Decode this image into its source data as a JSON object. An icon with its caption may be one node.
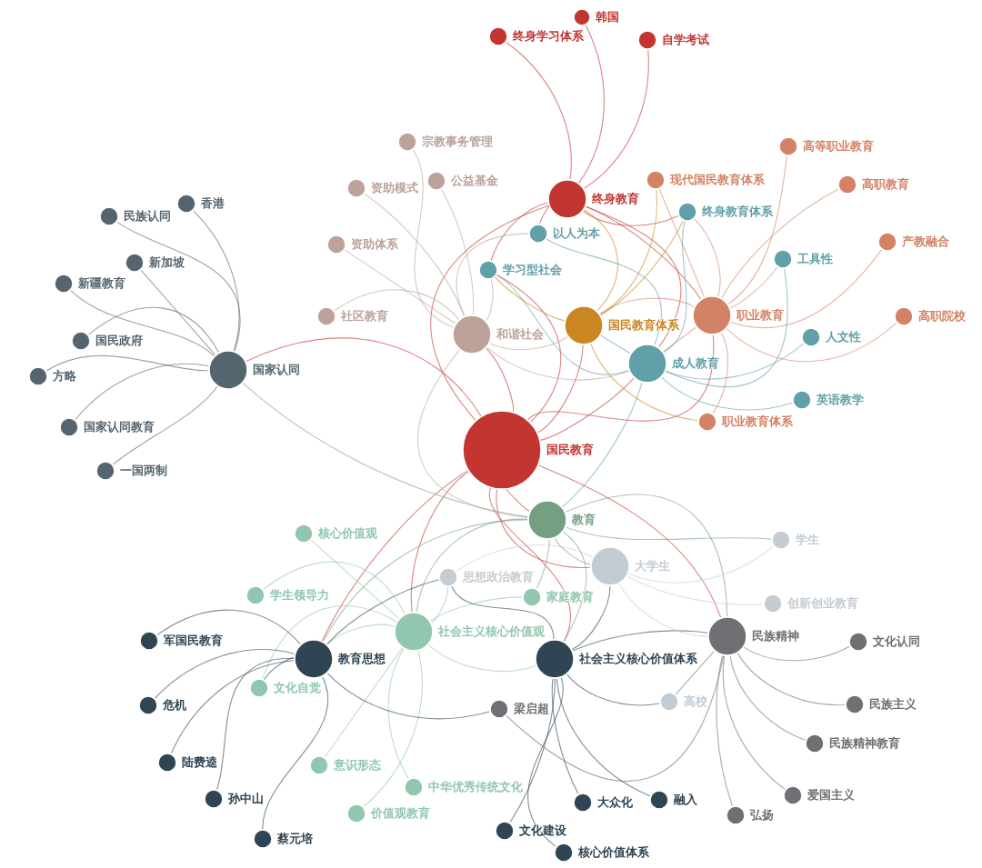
{
  "diagram": {
    "nodes": [
      {
        "text": [
          "韩国"
        ]
      },
      {
        "text": [
          "终身学习体系"
        ]
      },
      {
        "text": [
          "自学考试"
        ]
      },
      {
        "text": [
          "宗教事务管理"
        ]
      },
      {
        "text": [
          "高等职业教育"
        ]
      },
      {
        "text": [
          "现代国民教育体系"
        ]
      },
      {
        "text": [
          "公益基金"
        ]
      },
      {
        "text": [
          "高职教育"
        ]
      },
      {
        "text": [
          "资助模式"
        ]
      },
      {
        "text": [
          "终身教育"
        ]
      },
      {
        "text": [
          "香港"
        ]
      },
      {
        "text": [
          "终身教育体系"
        ]
      },
      {
        "text": [
          "民族认同"
        ]
      },
      {
        "text": [
          "以人为本"
        ]
      },
      {
        "text": [
          "产教融合"
        ]
      },
      {
        "text": [
          "资助体系"
        ]
      },
      {
        "text": [
          "工具性"
        ]
      },
      {
        "text": [
          "新加坡"
        ]
      },
      {
        "text": [
          "学习型社会"
        ]
      },
      {
        "text": [
          "新疆教育"
        ]
      },
      {
        "text": [
          "职业教育"
        ]
      },
      {
        "text": [
          "社区教育"
        ]
      },
      {
        "text": [
          "高职院校"
        ]
      },
      {
        "text": [
          "国民教育体系"
        ]
      },
      {
        "text": [
          "和谐社会"
        ]
      },
      {
        "text": [
          "成人教育"
        ]
      },
      {
        "text": [
          "人文性"
        ]
      },
      {
        "text": [
          "国民政府"
        ]
      },
      {
        "text": [
          "国家认同"
        ]
      },
      {
        "text": [
          "方略"
        ]
      },
      {
        "text": [
          "英语教学"
        ]
      },
      {
        "text": [
          "职业教育体系"
        ]
      },
      {
        "text": [
          "国家认同教育"
        ]
      },
      {
        "text": [
          "国民教育"
        ]
      },
      {
        "text": [
          "一国两制"
        ]
      },
      {
        "text": [
          "教育"
        ]
      },
      {
        "text": [
          "核心价值观"
        ]
      },
      {
        "text": [
          "学生"
        ]
      },
      {
        "text": [
          "大学生"
        ]
      },
      {
        "text": [
          "思想政治教育"
        ]
      },
      {
        "text": [
          "学生领导力"
        ]
      },
      {
        "text": [
          "家庭教育"
        ]
      },
      {
        "text": [
          "创新创业教育"
        ]
      },
      {
        "text": [
          "社会主义核心价值观"
        ]
      },
      {
        "text": [
          "军国民教育"
        ]
      },
      {
        "text": [
          "民族精神"
        ]
      },
      {
        "text": [
          "文化认同"
        ]
      },
      {
        "text": [
          "社会主义核心价值体系"
        ]
      },
      {
        "text": [
          "教育思想"
        ]
      },
      {
        "text": [
          "文化自觉"
        ]
      },
      {
        "text": [
          "高校"
        ]
      },
      {
        "text": [
          "危机"
        ]
      },
      {
        "text": [
          "民族主义"
        ]
      },
      {
        "text": [
          "梁启超"
        ]
      },
      {
        "text": [
          "民族精神教育"
        ]
      },
      {
        "text": [
          "陆费逵"
        ]
      },
      {
        "text": [
          "意识形态"
        ]
      },
      {
        "text": [
          "爱国主义"
        ]
      },
      {
        "text": [
          "孙中山"
        ]
      },
      {
        "text": [
          "大众化"
        ]
      },
      {
        "text": [
          "融入"
        ]
      },
      {
        "text": [
          "价值观教育"
        ]
      },
      {
        "text": [
          "中华优秀传统文化"
        ]
      },
      {
        "text": [
          "弘扬"
        ]
      },
      {
        "text": [
          "文化建设"
        ]
      },
      {
        "text": [
          "蔡元培"
        ]
      },
      {
        "text": [
          "核心价值体系"
        ]
      }
    ],
    "edges": [
      {
        "from": 9,
        "to": 1,
        "arrow": "none",
        "color": "#c23531"
      },
      {
        "from": 9,
        "to": 0,
        "arrow": "none",
        "color": "#c23531"
      },
      {
        "from": 9,
        "to": 2,
        "arrow": "none",
        "color": "#c23531"
      },
      {
        "from": 9,
        "to": 13,
        "arrow": "none",
        "color": "#c23531"
      },
      {
        "from": 9,
        "to": 11,
        "arrow": "none",
        "color": "#c23531"
      },
      {
        "from": 9,
        "to": 25,
        "arrow": "none",
        "color": "#c23531"
      },
      {
        "from": 9,
        "to": 33,
        "arrow": "none",
        "color": "#c23531"
      },
      {
        "from": 9,
        "to": 18,
        "arrow": "none",
        "color": "#c23531"
      },
      {
        "from": 9,
        "to": 20,
        "arrow": "none",
        "color": "#c23531"
      },
      {
        "from": 33,
        "to": 28,
        "arrow": "none",
        "color": "#c23531"
      },
      {
        "from": 33,
        "to": 35,
        "arrow": "none",
        "color": "#c23531"
      },
      {
        "from": 33,
        "to": 24,
        "arrow": "none",
        "color": "#c23531"
      },
      {
        "from": 33,
        "to": 23,
        "arrow": "none",
        "color": "#c23531"
      },
      {
        "from": 33,
        "to": 25,
        "arrow": "none",
        "color": "#c23531"
      },
      {
        "from": 33,
        "to": 20,
        "arrow": "none",
        "color": "#c23531"
      },
      {
        "from": 33,
        "to": 48,
        "arrow": "none",
        "color": "#c23531"
      },
      {
        "from": 33,
        "to": 43,
        "arrow": "none",
        "color": "#c23531"
      },
      {
        "from": 33,
        "to": 45,
        "arrow": "none",
        "color": "#c23531"
      },
      {
        "from": 33,
        "to": 38,
        "arrow": "none",
        "color": "#c23531"
      },
      {
        "from": 33,
        "to": 47,
        "arrow": "none",
        "color": "#c23531"
      },
      {
        "from": 33,
        "to": 18,
        "arrow": "none",
        "color": "#c23531"
      },
      {
        "from": 24,
        "to": 3,
        "arrow": "none",
        "color": "#bda29a"
      },
      {
        "from": 24,
        "to": 6,
        "arrow": "none",
        "color": "#bda29a"
      },
      {
        "from": 24,
        "to": 8,
        "arrow": "none",
        "color": "#bda29a"
      },
      {
        "from": 24,
        "to": 15,
        "arrow": "none",
        "color": "#bda29a"
      },
      {
        "from": 24,
        "to": 21,
        "arrow": "none",
        "color": "#bda29a"
      },
      {
        "from": 24,
        "to": 13,
        "arrow": "none",
        "color": "#bda29a"
      },
      {
        "from": 24,
        "to": 18,
        "arrow": "none",
        "color": "#bda29a"
      },
      {
        "from": 24,
        "to": 23,
        "arrow": "none",
        "color": "#bda29a"
      },
      {
        "from": 24,
        "to": 25,
        "arrow": "none",
        "color": "#bda29a"
      },
      {
        "from": 24,
        "to": 35,
        "arrow": "none",
        "color": "#bda29a"
      },
      {
        "from": 20,
        "to": 5,
        "arrow": "none",
        "color": "#d48265"
      },
      {
        "from": 20,
        "to": 4,
        "arrow": "none",
        "color": "#d48265"
      },
      {
        "from": 20,
        "to": 7,
        "arrow": "none",
        "color": "#d48265"
      },
      {
        "from": 20,
        "to": 14,
        "arrow": "none",
        "color": "#d48265"
      },
      {
        "from": 20,
        "to": 22,
        "arrow": "none",
        "color": "#d48265"
      },
      {
        "from": 20,
        "to": 31,
        "arrow": "none",
        "color": "#d48265"
      },
      {
        "from": 20,
        "to": 25,
        "arrow": "none",
        "color": "#d48265"
      },
      {
        "from": 20,
        "to": 23,
        "arrow": "none",
        "color": "#d48265"
      },
      {
        "from": 20,
        "to": 16,
        "arrow": "none",
        "color": "#d48265"
      },
      {
        "from": 20,
        "to": 11,
        "arrow": "none",
        "color": "#d48265"
      },
      {
        "from": 25,
        "to": 11,
        "arrow": "none",
        "color": "#61a0a8"
      },
      {
        "from": 25,
        "to": 13,
        "arrow": "none",
        "color": "#61a0a8"
      },
      {
        "from": 25,
        "to": 18,
        "arrow": "none",
        "color": "#61a0a8"
      },
      {
        "from": 25,
        "to": 16,
        "arrow": "none",
        "color": "#61a0a8"
      },
      {
        "from": 25,
        "to": 30,
        "arrow": "none",
        "color": "#61a0a8"
      },
      {
        "from": 25,
        "to": 26,
        "arrow": "none",
        "color": "#61a0a8"
      },
      {
        "from": 25,
        "to": 35,
        "arrow": "none",
        "color": "#61a0a8"
      },
      {
        "from": 25,
        "to": 23,
        "arrow": "none",
        "color": "#61a0a8"
      },
      {
        "from": 23,
        "to": 5,
        "arrow": "none",
        "color": "#ca8622"
      },
      {
        "from": 23,
        "to": 9,
        "arrow": "none",
        "color": "#ca8622"
      },
      {
        "from": 23,
        "to": 18,
        "arrow": "none",
        "color": "#ca8622"
      },
      {
        "from": 23,
        "to": 31,
        "arrow": "none",
        "color": "#ca8622"
      },
      {
        "from": 23,
        "to": 11,
        "arrow": "none",
        "color": "#ca8622"
      },
      {
        "from": 28,
        "to": 12,
        "arrow": "none",
        "color": "#546570"
      },
      {
        "from": 28,
        "to": 10,
        "arrow": "none",
        "color": "#546570"
      },
      {
        "from": 28,
        "to": 17,
        "arrow": "none",
        "color": "#546570"
      },
      {
        "from": 28,
        "to": 19,
        "arrow": "none",
        "color": "#546570"
      },
      {
        "from": 28,
        "to": 27,
        "arrow": "none",
        "color": "#546570"
      },
      {
        "from": 28,
        "to": 29,
        "arrow": "none",
        "color": "#546570"
      },
      {
        "from": 28,
        "to": 32,
        "arrow": "none",
        "color": "#546570"
      },
      {
        "from": 28,
        "to": 34,
        "arrow": "none",
        "color": "#546570"
      },
      {
        "from": 35,
        "to": 28,
        "arrow": "none",
        "color": "#749f83"
      },
      {
        "from": 35,
        "to": 48,
        "arrow": "none",
        "color": "#749f83"
      },
      {
        "from": 35,
        "to": 43,
        "arrow": "none",
        "color": "#749f83"
      },
      {
        "from": 35,
        "to": 47,
        "arrow": "none",
        "color": "#749f83"
      },
      {
        "from": 35,
        "to": 38,
        "arrow": "none",
        "color": "#749f83"
      },
      {
        "from": 35,
        "to": 45,
        "arrow": "none",
        "color": "#749f83"
      },
      {
        "from": 35,
        "to": 41,
        "arrow": "none",
        "color": "#749f83"
      },
      {
        "from": 35,
        "to": 37,
        "arrow": "none",
        "color": "#749f83"
      },
      {
        "from": 43,
        "to": 36,
        "arrow": "none",
        "color": "#91c7ae"
      },
      {
        "from": 43,
        "to": 40,
        "arrow": "none",
        "color": "#91c7ae"
      },
      {
        "from": 43,
        "to": 49,
        "arrow": "none",
        "color": "#91c7ae"
      },
      {
        "from": 43,
        "to": 56,
        "arrow": "none",
        "color": "#91c7ae"
      },
      {
        "from": 43,
        "to": 61,
        "arrow": "none",
        "color": "#91c7ae"
      },
      {
        "from": 43,
        "to": 62,
        "arrow": "none",
        "color": "#91c7ae"
      },
      {
        "from": 43,
        "to": 41,
        "arrow": "none",
        "color": "#91c7ae"
      },
      {
        "from": 43,
        "to": 48,
        "arrow": "none",
        "color": "#91c7ae"
      },
      {
        "from": 43,
        "to": 47,
        "arrow": "none",
        "color": "#91c7ae"
      },
      {
        "from": 43,
        "to": 39,
        "arrow": "none",
        "color": "#91c7ae"
      },
      {
        "from": 48,
        "to": 44,
        "arrow": "none",
        "color": "#2f4554"
      },
      {
        "from": 48,
        "to": 51,
        "arrow": "none",
        "color": "#2f4554"
      },
      {
        "from": 48,
        "to": 55,
        "arrow": "none",
        "color": "#2f4554"
      },
      {
        "from": 48,
        "to": 58,
        "arrow": "none",
        "color": "#2f4554"
      },
      {
        "from": 48,
        "to": 65,
        "arrow": "none",
        "color": "#2f4554"
      },
      {
        "from": 48,
        "to": 49,
        "arrow": "none",
        "color": "#2f4554"
      },
      {
        "from": 48,
        "to": 39,
        "arrow": "none",
        "color": "#2f4554"
      },
      {
        "from": 48,
        "to": 53,
        "arrow": "none",
        "color": "#2f4554"
      },
      {
        "from": 47,
        "to": 64,
        "arrow": "none",
        "color": "#2f4554"
      },
      {
        "from": 47,
        "to": 66,
        "arrow": "none",
        "color": "#2f4554"
      },
      {
        "from": 47,
        "to": 59,
        "arrow": "none",
        "color": "#2f4554"
      },
      {
        "from": 47,
        "to": 60,
        "arrow": "none",
        "color": "#2f4554"
      },
      {
        "from": 47,
        "to": 39,
        "arrow": "none",
        "color": "#2f4554"
      },
      {
        "from": 47,
        "to": 38,
        "arrow": "none",
        "color": "#2f4554"
      },
      {
        "from": 47,
        "to": 45,
        "arrow": "none",
        "color": "#2f4554"
      },
      {
        "from": 47,
        "to": 50,
        "arrow": "none",
        "color": "#2f4554"
      },
      {
        "from": 38,
        "to": 37,
        "arrow": "none",
        "color": "#c4ccd3"
      },
      {
        "from": 38,
        "to": 42,
        "arrow": "none",
        "color": "#c4ccd3"
      },
      {
        "from": 38,
        "to": 39,
        "arrow": "none",
        "color": "#c4ccd3"
      },
      {
        "from": 38,
        "to": 45,
        "arrow": "none",
        "color": "#c4ccd3"
      },
      {
        "from": 45,
        "to": 46,
        "arrow": "none",
        "color": "#6e7074"
      },
      {
        "from": 45,
        "to": 52,
        "arrow": "none",
        "color": "#6e7074"
      },
      {
        "from": 45,
        "to": 54,
        "arrow": "none",
        "color": "#6e7074"
      },
      {
        "from": 45,
        "to": 57,
        "arrow": "none",
        "color": "#6e7074"
      },
      {
        "from": 45,
        "to": 63,
        "arrow": "none",
        "color": "#6e7074"
      },
      {
        "from": 45,
        "to": 50,
        "arrow": "none",
        "color": "#6e7074"
      },
      {
        "from": 45,
        "to": 53,
        "arrow": "none",
        "color": "#6e7074"
      }
    ]
  }
}
